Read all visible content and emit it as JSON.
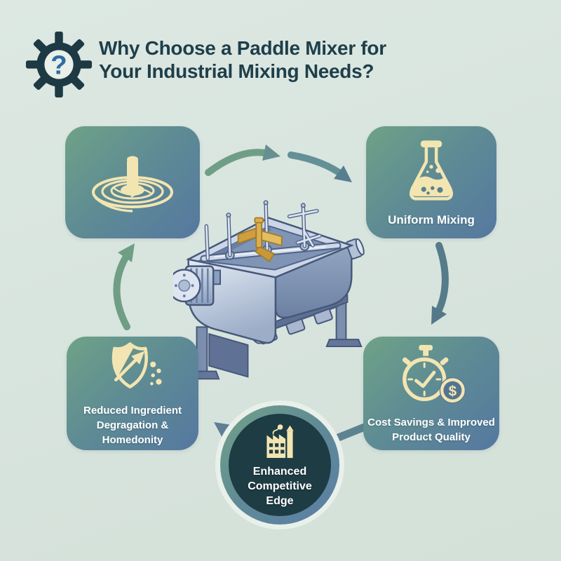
{
  "header": {
    "icon": "gear-question-icon",
    "question_mark": "?",
    "title_line1": "Why Choose a Paddle Mixer for",
    "title_line2": "Your Industrial Mixing Needs?"
  },
  "benefits": {
    "agitation": {
      "icon": "mixing-ripple-icon"
    },
    "uniform_mixing": {
      "icon": "flask-icon",
      "label": "Uniform Mixing"
    },
    "reduced_degradation": {
      "icon": "shield-arrow-icon",
      "line1": "Reduced Ingredient",
      "line2": "Degragation &",
      "line3": "Homedonity"
    },
    "cost_savings": {
      "icon": "stopwatch-dollar-icon",
      "dollar_sign": "$",
      "line1": "Cost Savings & Improved",
      "line2": "Product Quality"
    }
  },
  "center": {
    "illustration": "paddle-mixer",
    "badge": {
      "icon": "factory-icon",
      "line1": "Enhanced",
      "line2": "Competitive",
      "line3": "Edge"
    }
  },
  "flow": {
    "cycle_description": "circular flow connecting the four benefit cards and the central badge"
  },
  "colors": {
    "background": "#d9e4de",
    "card_gradient_start": "#6fa287",
    "card_gradient_end": "#5578a0",
    "icon_cream": "#f3e5b1",
    "title_text": "#1e3e4a",
    "badge_dark": "#1d3c44",
    "badge_outer_ring": "#e9f0ea",
    "arrow_green": "#6f9e85",
    "arrow_slate": "#567b8c",
    "question_mark_blue": "#2f6ba4",
    "label_text": "#ffffff"
  }
}
